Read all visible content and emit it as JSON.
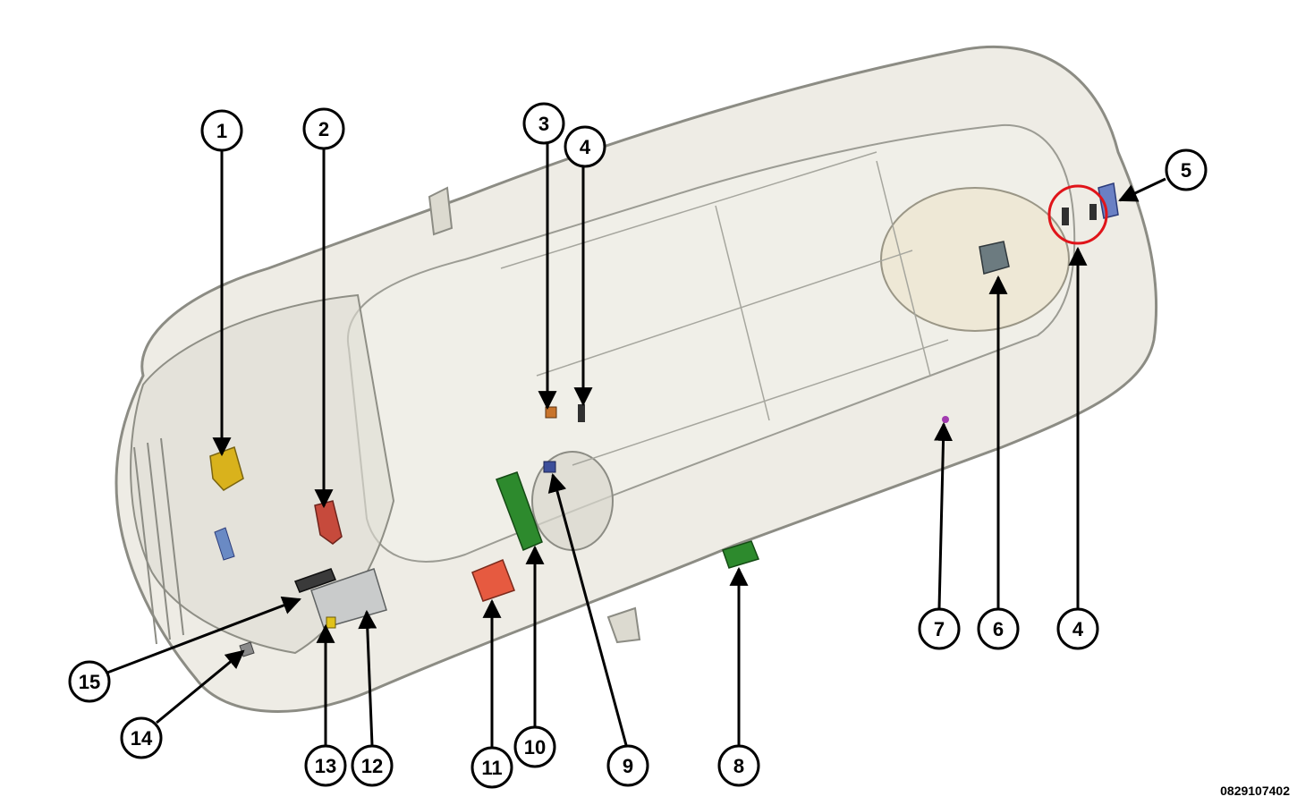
{
  "document_id": "0829107402",
  "callouts": [
    {
      "label": "1"
    },
    {
      "label": "2"
    },
    {
      "label": "3"
    },
    {
      "label": "4"
    },
    {
      "label": "5"
    },
    {
      "label": "6"
    },
    {
      "label": "7"
    },
    {
      "label": "4"
    },
    {
      "label": "8"
    },
    {
      "label": "9"
    },
    {
      "label": "10"
    },
    {
      "label": "11"
    },
    {
      "label": "12"
    },
    {
      "label": "13"
    },
    {
      "label": "14"
    },
    {
      "label": "15"
    }
  ],
  "colors": {
    "body_outline": "#8a8a80",
    "body_fill": "#e6e4da",
    "highlight_ring": "#e0141a",
    "component_yellow": "#d9b21c",
    "component_red": "#c64a3c",
    "component_green": "#2d8a2d",
    "component_gray": "#6c7b80",
    "component_blue": "#3c4e9a",
    "component_purple": "#a23bb0"
  }
}
